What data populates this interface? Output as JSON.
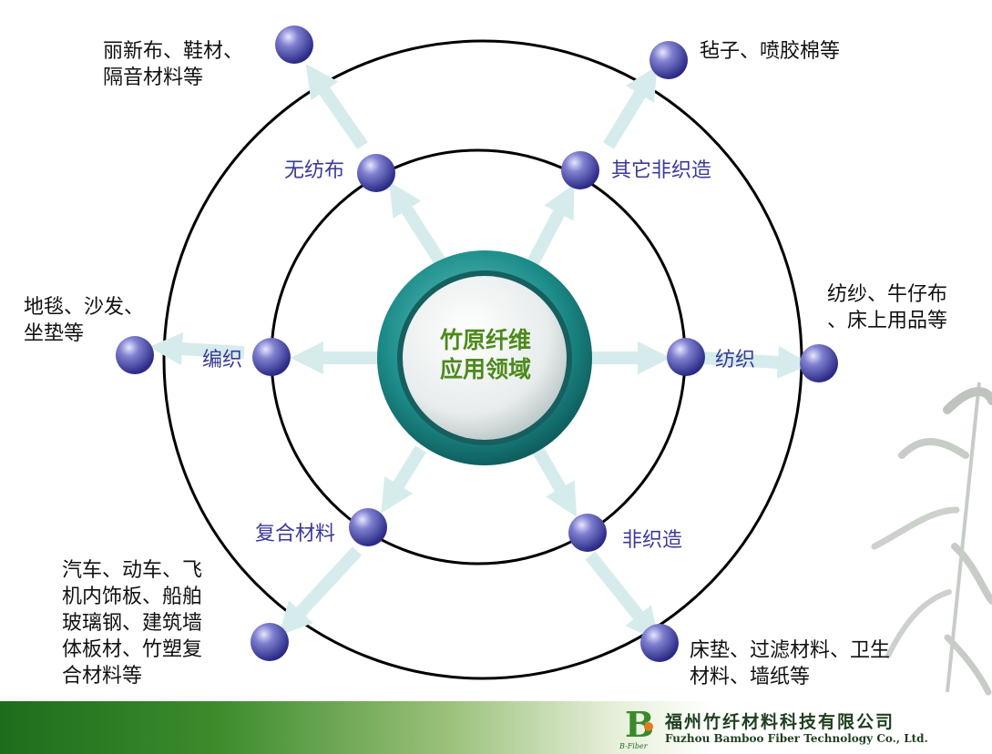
{
  "center": {
    "line1": "竹原纤维",
    "line2": "应用领域"
  },
  "inner_nodes": [
    {
      "id": "nonwoven",
      "label": "无纺布"
    },
    {
      "id": "other-nonwoven",
      "label": "其它非织造"
    },
    {
      "id": "knitting",
      "label": "编织"
    },
    {
      "id": "spinning",
      "label": "纺织"
    },
    {
      "id": "composite",
      "label": "复合材料"
    },
    {
      "id": "nonwoven-fabric",
      "label": "非织造"
    }
  ],
  "outer_nodes": [
    {
      "id": "nonwoven-uses",
      "lines": [
        "丽新布、鞋材、",
        "隔音材料等"
      ]
    },
    {
      "id": "felt-uses",
      "lines": [
        "毡子、喷胶棉等"
      ]
    },
    {
      "id": "carpet-uses",
      "lines": [
        "地毯、沙发、",
        "坐垫等"
      ]
    },
    {
      "id": "yarn-uses",
      "lines": [
        "纺纱、牛仔布",
        "、床上用品等"
      ]
    },
    {
      "id": "composite-uses",
      "lines": [
        "汽车、动车、飞",
        "机内饰板、船舶",
        "玻璃钢、建筑墙",
        "体板材、竹塑复",
        "合材料等"
      ]
    },
    {
      "id": "mattress-uses",
      "lines": [
        "床垫、过滤材料、卫生",
        "材料、墙纸等"
      ]
    }
  ],
  "footer": {
    "logo_letter": "B",
    "logo_sub": "B-Fiber",
    "company_cn": "福州竹纤材料科技有限公司",
    "company_en": "Fuzhou Bamboo Fiber Technology Co., Ltd."
  },
  "colors": {
    "node": "#3e3ea0",
    "arrow": "#d6ecec",
    "center_ring": "#1c8c8a",
    "inner_label": "#3a3a96",
    "center_text": "#4c8a1a"
  }
}
